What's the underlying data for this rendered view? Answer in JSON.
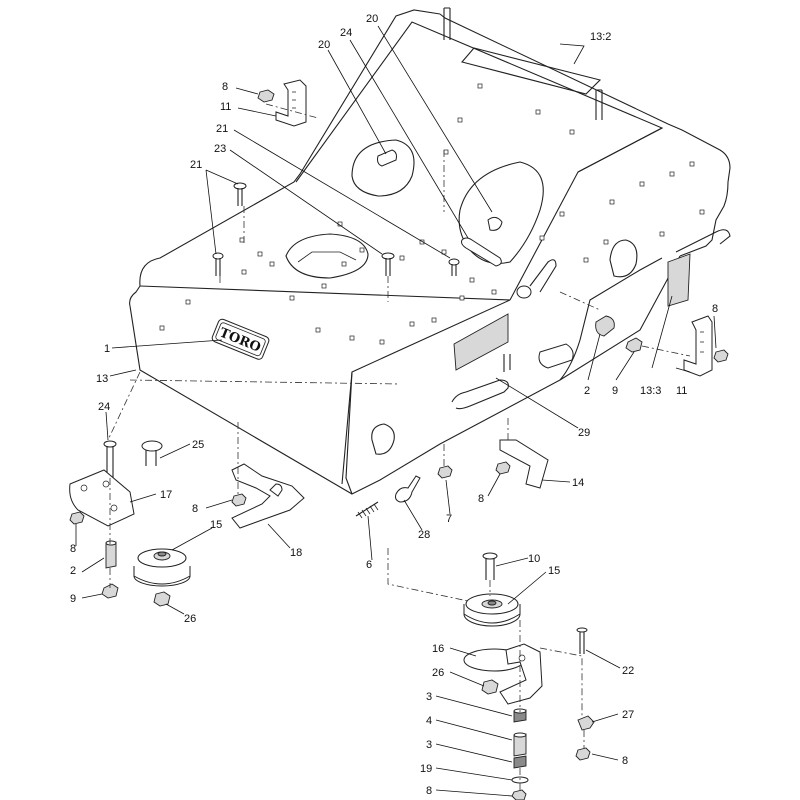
{
  "diagram": {
    "brand_decal_text": "TORO",
    "callouts": [
      {
        "id": "c20a",
        "label": "20"
      },
      {
        "id": "c24a",
        "label": "24"
      },
      {
        "id": "c20b",
        "label": "20"
      },
      {
        "id": "c132",
        "label": "13:2"
      },
      {
        "id": "c8a",
        "label": "8"
      },
      {
        "id": "c11a",
        "label": "11"
      },
      {
        "id": "c21a",
        "label": "21"
      },
      {
        "id": "c23",
        "label": "23"
      },
      {
        "id": "c21b",
        "label": "21"
      },
      {
        "id": "c1",
        "label": "1"
      },
      {
        "id": "c13",
        "label": "13"
      },
      {
        "id": "c8b",
        "label": "8"
      },
      {
        "id": "c2a",
        "label": "2"
      },
      {
        "id": "c9a",
        "label": "9"
      },
      {
        "id": "c133",
        "label": "13:3"
      },
      {
        "id": "c11b",
        "label": "11"
      },
      {
        "id": "c29",
        "label": "29"
      },
      {
        "id": "c24b",
        "label": "24"
      },
      {
        "id": "c25",
        "label": "25"
      },
      {
        "id": "c17",
        "label": "17"
      },
      {
        "id": "c8c",
        "label": "8"
      },
      {
        "id": "c2b",
        "label": "2"
      },
      {
        "id": "c9b",
        "label": "9"
      },
      {
        "id": "c15a",
        "label": "15"
      },
      {
        "id": "c26a",
        "label": "26"
      },
      {
        "id": "c8d",
        "label": "8"
      },
      {
        "id": "c18",
        "label": "18"
      },
      {
        "id": "c6",
        "label": "6"
      },
      {
        "id": "c28",
        "label": "28"
      },
      {
        "id": "c7",
        "label": "7"
      },
      {
        "id": "c8e",
        "label": "8"
      },
      {
        "id": "c14",
        "label": "14"
      },
      {
        "id": "c10",
        "label": "10"
      },
      {
        "id": "c15b",
        "label": "15"
      },
      {
        "id": "c16",
        "label": "16"
      },
      {
        "id": "c26b",
        "label": "26"
      },
      {
        "id": "c22",
        "label": "22"
      },
      {
        "id": "c3a",
        "label": "3"
      },
      {
        "id": "c4",
        "label": "4"
      },
      {
        "id": "c27",
        "label": "27"
      },
      {
        "id": "c3b",
        "label": "3"
      },
      {
        "id": "c8f",
        "label": "8"
      },
      {
        "id": "c19",
        "label": "19"
      },
      {
        "id": "c8g",
        "label": "8"
      }
    ]
  }
}
